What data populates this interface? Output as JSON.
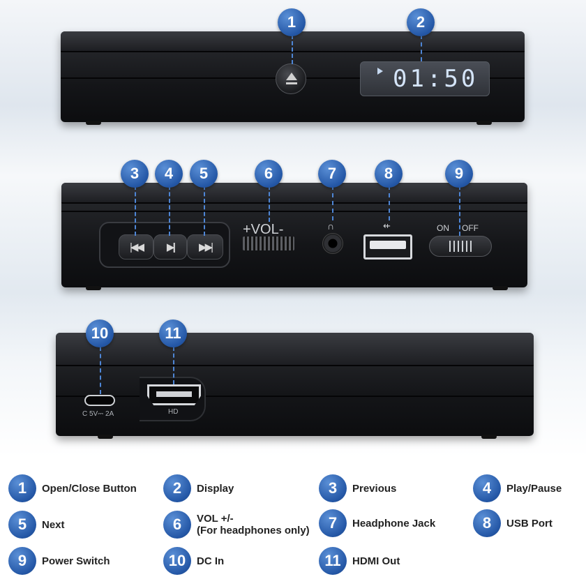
{
  "device": {
    "display_text": "01:50",
    "vol_label": "+VOL-",
    "switch_on": "ON",
    "switch_off": "OFF",
    "dc_label": "C 5V⎓ 2A",
    "hdmi_label": "HD"
  },
  "callouts": [
    "1",
    "2",
    "3",
    "4",
    "5",
    "6",
    "7",
    "8",
    "9",
    "10",
    "11"
  ],
  "icons": {
    "eject": "eject-icon",
    "previous": "previous-icon",
    "play_pause": "play-pause-icon",
    "next": "next-icon",
    "headphone": "headphone-icon",
    "usb": "usb-icon"
  },
  "legend": [
    {
      "num": "1",
      "label": "Open/Close Button"
    },
    {
      "num": "2",
      "label": "Display"
    },
    {
      "num": "3",
      "label": "Previous"
    },
    {
      "num": "4",
      "label": "Play/Pause"
    },
    {
      "num": "5",
      "label": "Next"
    },
    {
      "num": "6",
      "label": "VOL +/-",
      "sub": "(For headphones only)"
    },
    {
      "num": "7",
      "label": "Headphone Jack"
    },
    {
      "num": "8",
      "label": "USB Port"
    },
    {
      "num": "9",
      "label": "Power Switch"
    },
    {
      "num": "10",
      "label": "DC In"
    },
    {
      "num": "11",
      "label": "HDMI Out"
    }
  ],
  "colors": {
    "accent": "#2457a6",
    "leader": "#4e86d6"
  }
}
